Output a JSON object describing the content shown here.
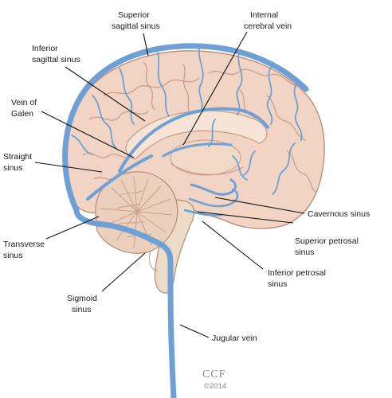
{
  "labels": {
    "superior_sagittal_sinus": [
      "Superior",
      "sagittal sinus"
    ],
    "internal_cerebral_vein": [
      "Internal",
      "cerebral vein"
    ],
    "inferior_sagittal_sinus": [
      "Inferior",
      "sagittal sinus"
    ],
    "vein_of_galen": [
      "Vein of",
      "Galen"
    ],
    "straight_sinus": [
      "Straight",
      "sinus"
    ],
    "cavernous_sinus": [
      "Cavernous sinus"
    ],
    "transverse_sinus": [
      "Transverse",
      "sinus"
    ],
    "superior_petrosal_sinus": [
      "Superior petrosal",
      "sinus"
    ],
    "inferior_petrosal_sinus": [
      "Inferior petrosal",
      "sinus"
    ],
    "sigmoid_sinus": [
      "Sigmoid",
      "sinus"
    ],
    "jugular_vein": [
      "Jugular vein"
    ]
  },
  "credit": {
    "mark": "CCF",
    "year": "©2014"
  },
  "colors": {
    "vein": "#6ea0d6",
    "brain": "#f2d4c4",
    "cerebellum": "#ead0bd",
    "brainstem": "#ecdcc7"
  }
}
